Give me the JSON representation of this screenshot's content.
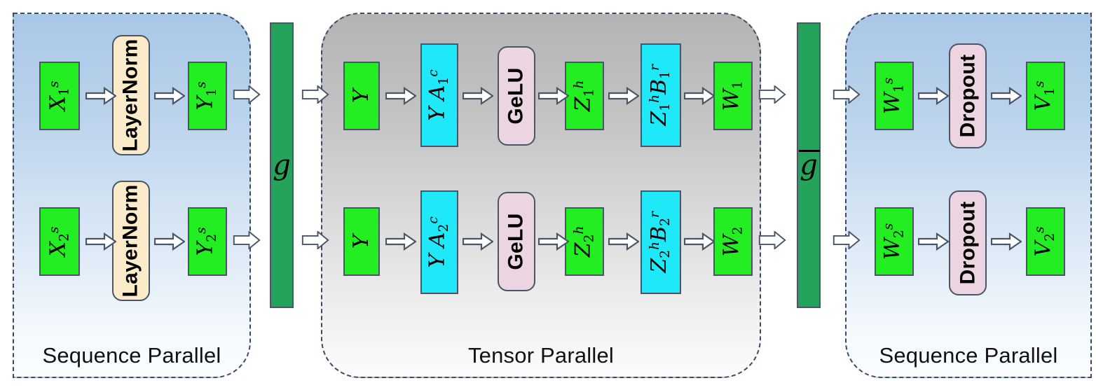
{
  "diagram": {
    "title": "Sequence Parallel / Tensor Parallel transformer block",
    "panels": [
      {
        "id": "sp-left",
        "label": "Sequence Parallel",
        "style": "sequence"
      },
      {
        "id": "tp-mid",
        "label": "Tensor Parallel",
        "style": "tensor"
      },
      {
        "id": "sp-right",
        "label": "Sequence Parallel",
        "style": "sequence"
      }
    ],
    "colors": {
      "green": "#22ee22",
      "cyan": "#1fe8f8",
      "cream": "#fcebc9",
      "pink": "#ecd4e1",
      "dark_green": "#24a35a",
      "border": "#4a5568",
      "dash_border": "#3c4a63",
      "panel_blue_top": "#a9c7e6",
      "panel_gray_top": "#b4b4b4"
    },
    "collectives": [
      {
        "id": "g-left",
        "label": "g",
        "overbar": false
      },
      {
        "id": "g-right",
        "label": "g",
        "overbar": true
      }
    ],
    "rows": [
      {
        "id": "row-1",
        "nodes": [
          {
            "id": "x1s",
            "kind": "green",
            "base": "X",
            "sub": "1",
            "sup": "s",
            "text": "X1s"
          },
          {
            "id": "ln1",
            "kind": "cream",
            "text": "LayerNorm"
          },
          {
            "id": "y1s",
            "kind": "green",
            "base": "Y",
            "sub": "1",
            "sup": "s",
            "text": "Y1s"
          },
          {
            "id": "y1",
            "kind": "green",
            "base": "Y",
            "text": "Y"
          },
          {
            "id": "ya1c",
            "kind": "cyan",
            "text": "YA1c"
          },
          {
            "id": "gelu1",
            "kind": "pink",
            "text": "GeLU"
          },
          {
            "id": "z1h",
            "kind": "green",
            "base": "Z",
            "sub": "1",
            "sup": "h",
            "text": "Z1h"
          },
          {
            "id": "z1b1r",
            "kind": "cyan",
            "text": "Z1hB1r"
          },
          {
            "id": "w1",
            "kind": "green",
            "base": "W",
            "sub": "1",
            "text": "W1"
          },
          {
            "id": "w1s",
            "kind": "green",
            "base": "W",
            "sub": "1",
            "sup": "s",
            "text": "W1s"
          },
          {
            "id": "drop1",
            "kind": "pink",
            "text": "Dropout"
          },
          {
            "id": "v1s",
            "kind": "green",
            "base": "V",
            "sub": "1",
            "sup": "s",
            "text": "V1s"
          }
        ]
      },
      {
        "id": "row-2",
        "nodes": [
          {
            "id": "x2s",
            "kind": "green",
            "base": "X",
            "sub": "2",
            "sup": "s",
            "text": "X2s"
          },
          {
            "id": "ln2",
            "kind": "cream",
            "text": "LayerNorm"
          },
          {
            "id": "y2s",
            "kind": "green",
            "base": "Y",
            "sub": "2",
            "sup": "s",
            "text": "Y2s"
          },
          {
            "id": "y2",
            "kind": "green",
            "base": "Y",
            "text": "Y"
          },
          {
            "id": "ya2c",
            "kind": "cyan",
            "text": "YA2c"
          },
          {
            "id": "gelu2",
            "kind": "pink",
            "text": "GeLU"
          },
          {
            "id": "z2h",
            "kind": "green",
            "base": "Z",
            "sub": "2",
            "sup": "h",
            "text": "Z2h"
          },
          {
            "id": "z2b2r",
            "kind": "cyan",
            "text": "Z2hB2r"
          },
          {
            "id": "w2",
            "kind": "green",
            "base": "W",
            "sub": "2",
            "text": "W2"
          },
          {
            "id": "w2s",
            "kind": "green",
            "base": "W",
            "sub": "2",
            "sup": "s",
            "text": "W2s"
          },
          {
            "id": "drop2",
            "kind": "pink",
            "text": "Dropout"
          },
          {
            "id": "v2s",
            "kind": "green",
            "base": "V",
            "sub": "2",
            "sup": "s",
            "text": "V2s"
          }
        ]
      }
    ],
    "labels": {
      "layernorm": "LayerNorm",
      "gelu": "GeLU",
      "dropout": "Dropout",
      "sequence_parallel": "Sequence Parallel",
      "tensor_parallel": "Tensor Parallel",
      "g": "g"
    }
  }
}
